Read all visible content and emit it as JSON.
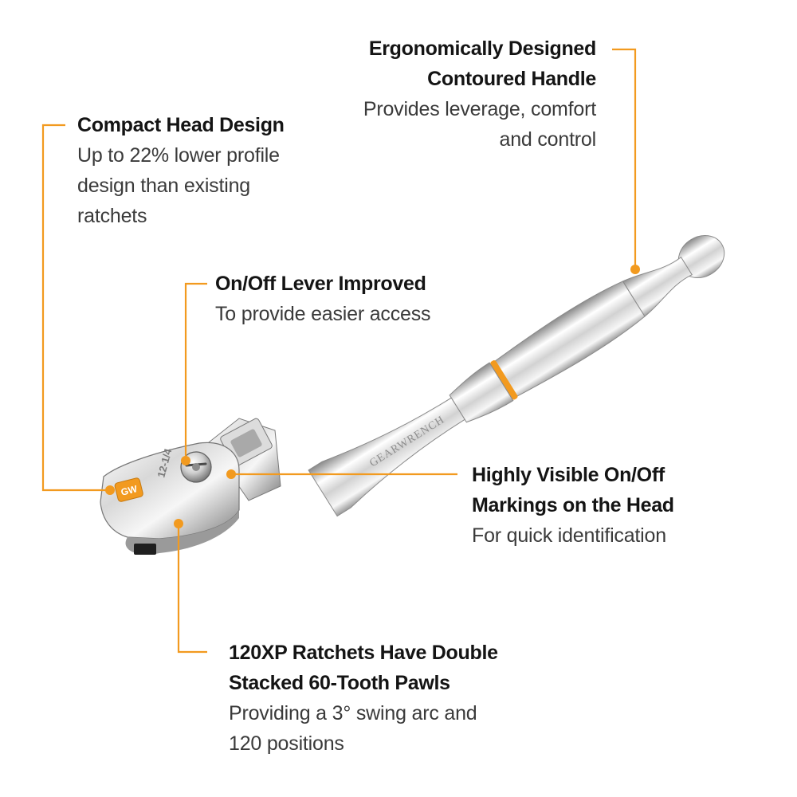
{
  "callouts": {
    "handle": {
      "title_lines": [
        "Ergonomically Designed",
        "Contoured Handle"
      ],
      "desc_lines": [
        "Provides leverage, comfort",
        "and control"
      ]
    },
    "head": {
      "title_lines": [
        "Compact Head Design"
      ],
      "desc_lines": [
        "Up to 22% lower profile",
        "design than existing",
        "ratchets"
      ]
    },
    "lever": {
      "title_lines": [
        "On/Off Lever Improved"
      ],
      "desc_lines": [
        "To provide easier access"
      ]
    },
    "markings": {
      "title_lines": [
        "Highly Visible On/Off",
        "Markings on the Head"
      ],
      "desc_lines": [
        "For quick identification"
      ]
    },
    "pawls": {
      "title_lines": [
        "120XP Ratchets Have Double",
        "Stacked 60-Tooth Pawls"
      ],
      "desc_lines": [
        "Providing a 3° swing arc and",
        "120 positions"
      ]
    }
  },
  "product": {
    "shaft_engraving": "GEARWRENCH",
    "head_logo": "GW",
    "head_stamp": "12-1/4"
  },
  "colors": {
    "accent": "#f29a1f",
    "chrome_light": "#f4f4f4",
    "chrome_mid": "#c9c9c9",
    "chrome_dark": "#7a7a7a",
    "text": "#141414"
  }
}
